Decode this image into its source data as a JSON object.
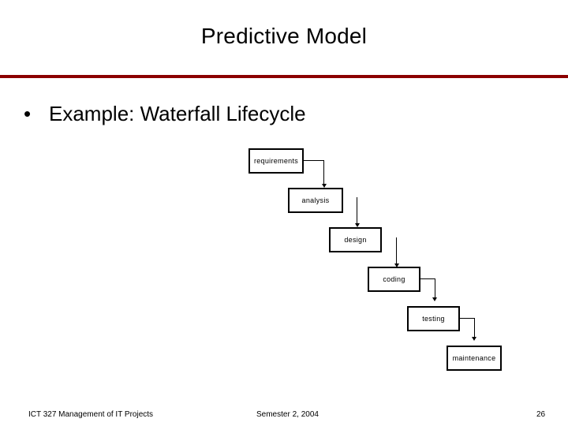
{
  "slide": {
    "title": "Predictive Model",
    "rule_color": "#8b0000",
    "page_number": "26"
  },
  "bullet": {
    "marker": "•",
    "text": "Example: Waterfall Lifecycle"
  },
  "diagram": {
    "type": "waterfall-lifecycle",
    "nodes": [
      {
        "id": "requirements",
        "label": "requirements"
      },
      {
        "id": "analysis",
        "label": "analysis"
      },
      {
        "id": "design",
        "label": "design"
      },
      {
        "id": "coding",
        "label": "coding"
      },
      {
        "id": "testing",
        "label": "testing"
      },
      {
        "id": "maintenance",
        "label": "maintenance"
      }
    ],
    "edges": [
      {
        "from": "requirements",
        "to": "analysis"
      },
      {
        "from": "analysis",
        "to": "design"
      },
      {
        "from": "design",
        "to": "coding"
      },
      {
        "from": "coding",
        "to": "testing"
      },
      {
        "from": "testing",
        "to": "maintenance"
      }
    ]
  },
  "footer": {
    "left": "ICT 327 Management of IT Projects",
    "center": "Semester 2, 2004",
    "page": "26"
  }
}
